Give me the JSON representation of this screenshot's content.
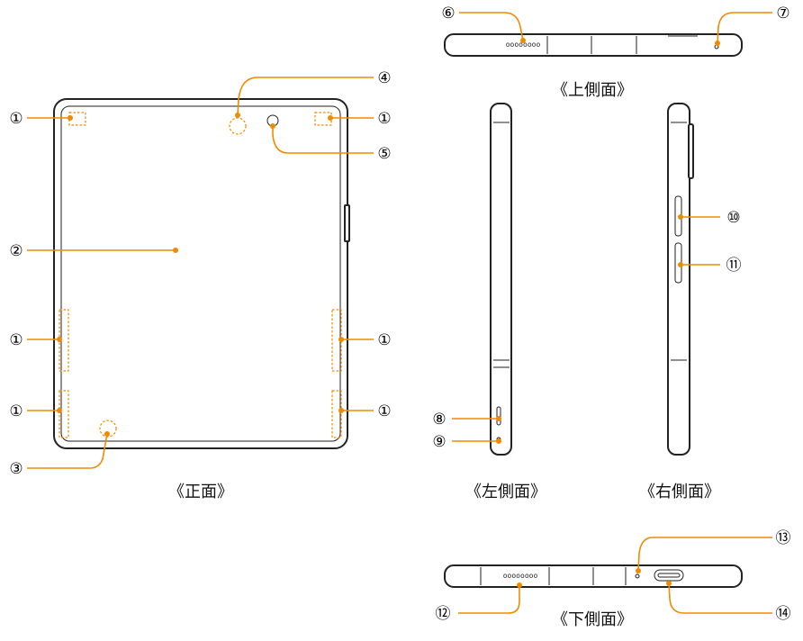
{
  "callouts": [
    "①",
    "②",
    "③",
    "④",
    "⑤",
    "⑥",
    "⑦",
    "⑧",
    "⑨",
    "⑩",
    "⑪",
    "⑫",
    "⑬",
    "⑭"
  ],
  "views": {
    "front": "《正面》",
    "top": "《上側面》",
    "left": "《左側面》",
    "right": "《右側面》",
    "bottom": "《下側面》"
  },
  "labels": {
    "top_speaker": "oooooooo",
    "bottom_speaker": "oooooooo"
  },
  "colors": {
    "accent": "#f08a00",
    "outline": "#222222"
  }
}
